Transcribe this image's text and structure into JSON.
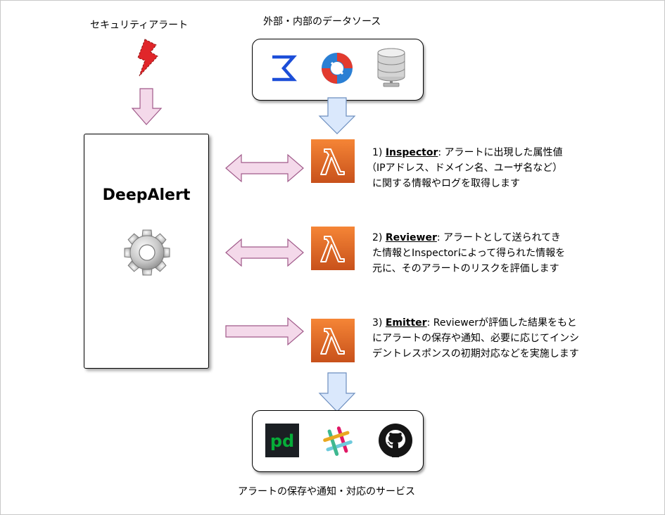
{
  "labels": {
    "security_alert": "セキュリティアラート",
    "data_sources": "外部・内部のデータソース",
    "output_services": "アラートの保存や通知・対応のサービス"
  },
  "deepalert": {
    "title": "DeepAlert"
  },
  "steps": [
    {
      "number": "1)",
      "name": "Inspector",
      "line1": ": アラートに出現した属性値",
      "line2": "（IPアドレス、ドメイン名、ユーザ名など）",
      "line3": "に関する情報やログを取得します"
    },
    {
      "number": "2)",
      "name": "Reviewer",
      "line1": ": アラートとして送られてき",
      "line2": "た情報とInspectorによって得られた情報を",
      "line3": "元に、そのアラートのリスクを評価します"
    },
    {
      "number": "3)",
      "name": "Emitter",
      "line1": ": Reviewerが評価した結果をもと",
      "line2": "にアラートの保存や通知、必要に応じてインシ",
      "line3": "デントレスポンスの初期対応などを実施します"
    }
  ],
  "icons": {
    "alert": "lightning-icon",
    "sources": [
      "sumo-logic-icon",
      "threat-intel-icon",
      "database-icon"
    ],
    "services": [
      "pagerduty-icon",
      "slack-icon",
      "github-icon"
    ],
    "core": "gear-icon",
    "function": "aws-lambda-icon"
  },
  "service_logo_text": {
    "pagerduty": "pd"
  },
  "colors": {
    "arrow_pink_fill": "#f4d9ea",
    "arrow_pink_stroke": "#a05a8a",
    "arrow_blue_fill": "#dae8fc",
    "arrow_blue_stroke": "#6c8ebf",
    "lambda_top": "#f58536",
    "lambda_bottom": "#c8511b",
    "pagerduty_bg": "#1b1f23",
    "pagerduty_green": "#06ac38",
    "alert_red": "#e0262a"
  }
}
